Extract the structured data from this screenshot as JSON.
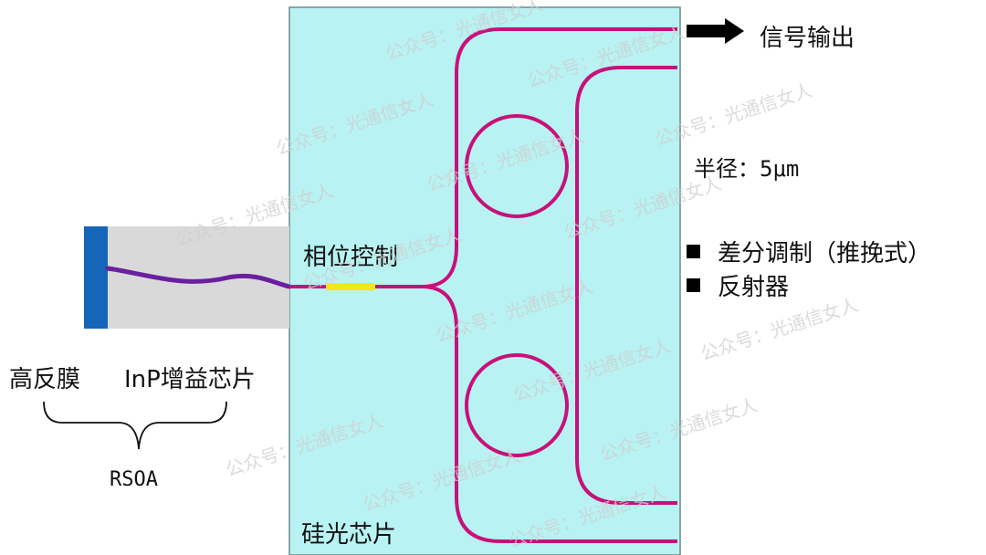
{
  "colors": {
    "chip_fill": "#b8f2f2",
    "chip_stroke": "#6b8b8b",
    "waveguide": "#c8107a",
    "rsoa_fill": "#d9d9d9",
    "hr_coating": "#1565b8",
    "inp_guide": "#6a1ea0",
    "phase_section": "#f5e61b",
    "text": "#111111",
    "watermark": "#cfcfcf"
  },
  "labels": {
    "signal_output": "信号输出",
    "radius": "半径：5μm",
    "bullet_differential": "差分调制（推挽式）",
    "bullet_reflector": "反射器",
    "phase_control": "相位控制",
    "hr_film": "高反膜",
    "inp_gain_chip": "InP增益芯片",
    "rsoa": "RSOA",
    "silicon_chip": "硅光芯片"
  },
  "watermark": "公众号：光通信女人",
  "icons": {
    "output_arrow": "arrow-right-icon",
    "bullet": "square-bullet-icon",
    "brace": "curly-brace-icon"
  }
}
